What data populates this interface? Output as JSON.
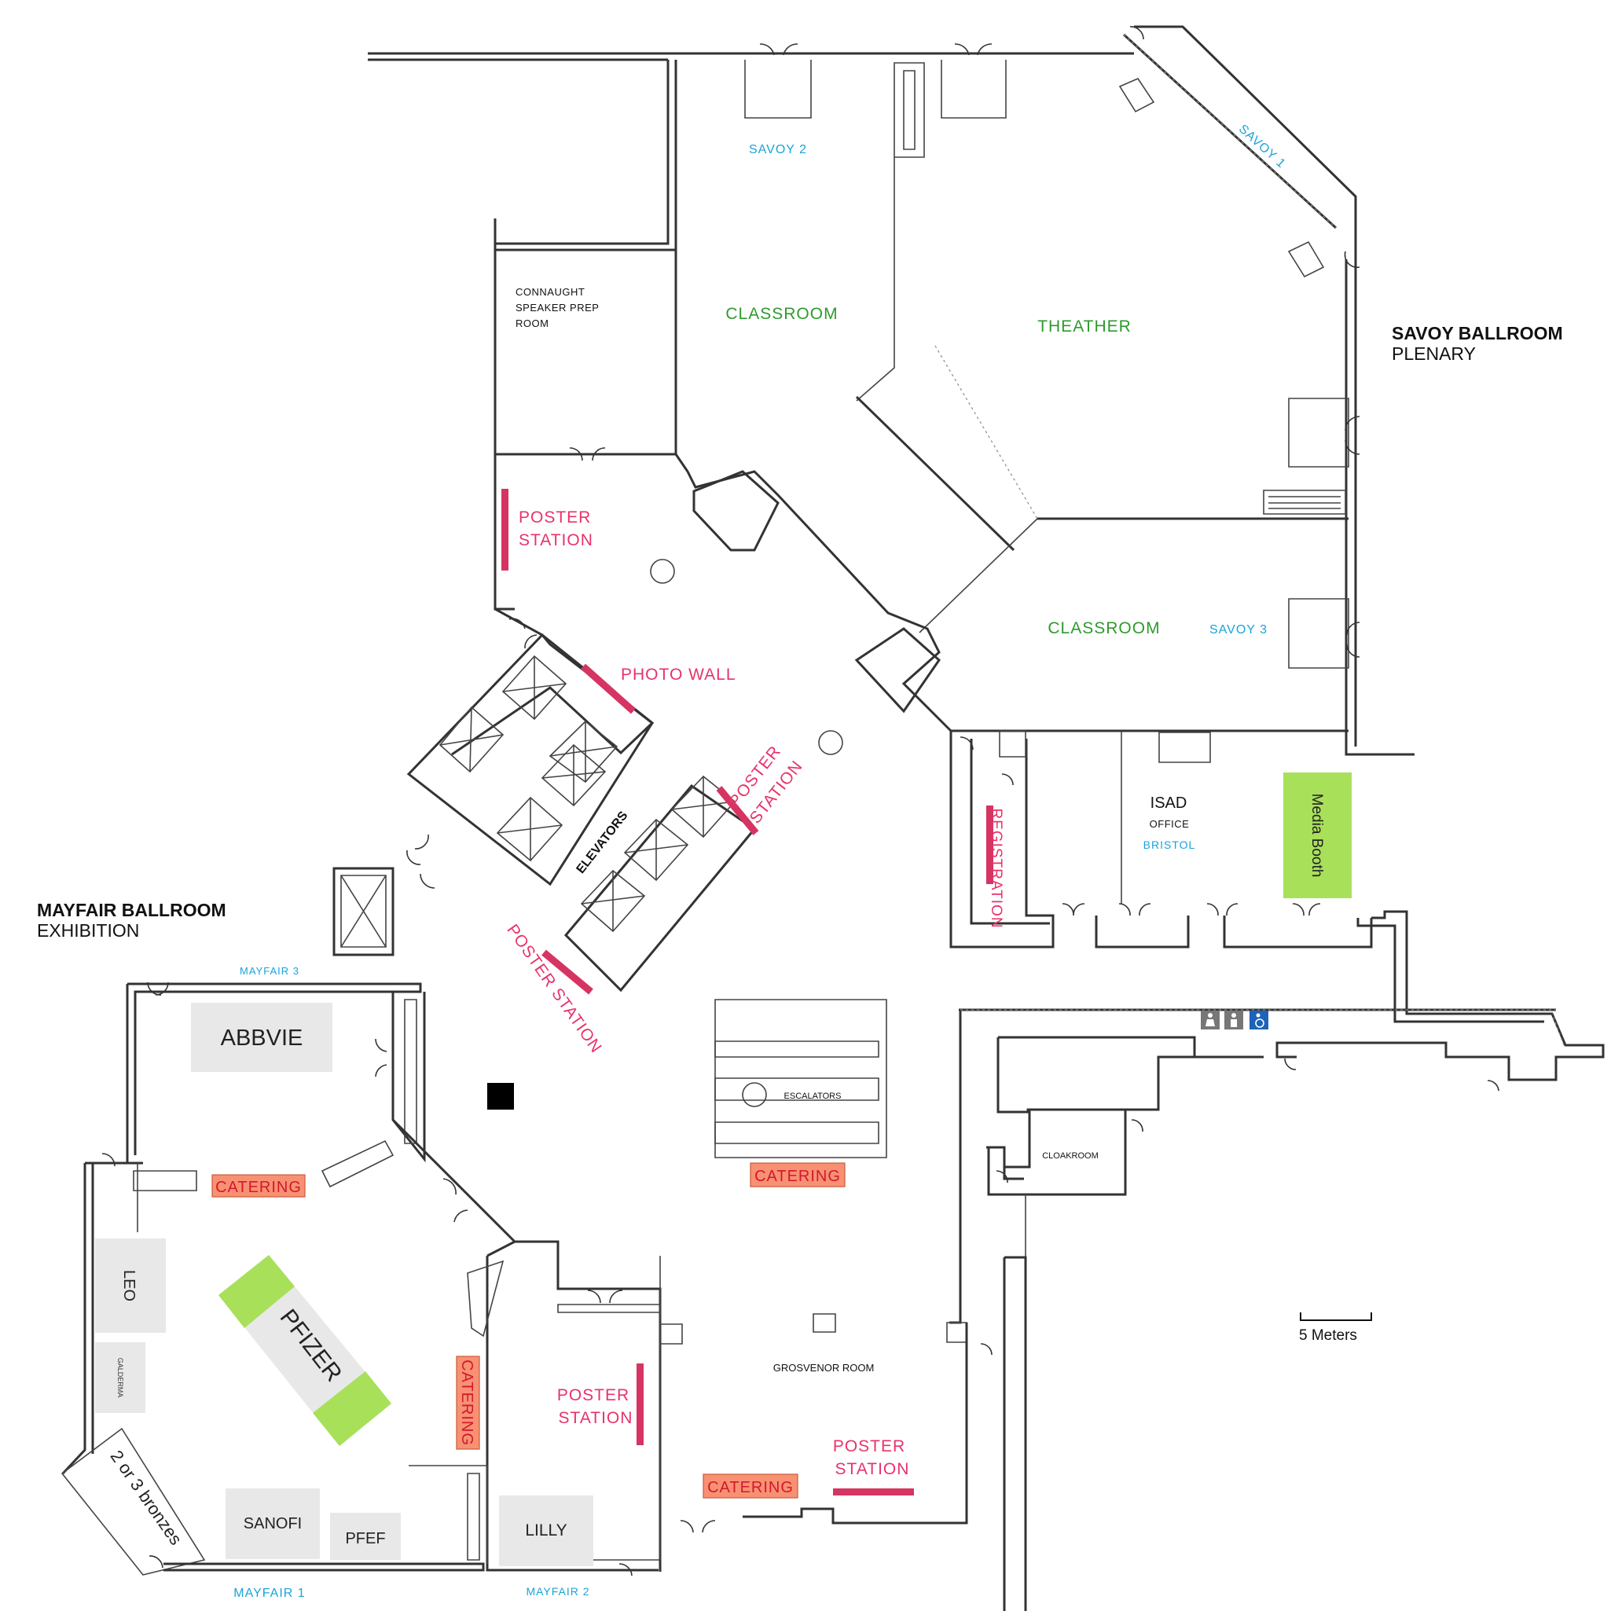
{
  "headings": {
    "savoy_title": "SAVOY BALLROOM",
    "savoy_sub": "PLENARY",
    "mayfair_title": "MAYFAIR BALLROOM",
    "mayfair_sub": "EXHIBITION"
  },
  "rooms": {
    "savoy1": "SAVOY 1",
    "savoy2": "SAVOY 2",
    "savoy3": "SAVOY 3",
    "classroom_top": "CLASSROOM",
    "classroom_bottom": "CLASSROOM",
    "theater": "THEATHER",
    "connaught_line1": "CONNAUGHT",
    "connaught_line2": "SPEAKER PREP",
    "connaught_line3": "ROOM",
    "isad": "ISAD",
    "office": "OFFICE",
    "bristol": "BRISTOL",
    "registration": "REGISTRATION",
    "elevators": "ELEVATORS",
    "escalators": "ESCALATORS",
    "cloakroom": "CLOAKROOM",
    "grosvenor": "GROSVENOR ROOM",
    "mayfair1": "MAYFAIR 1",
    "mayfair2": "MAYFAIR 2",
    "mayfair3": "MAYFAIR 3"
  },
  "stations": {
    "poster_line1": "POSTER",
    "poster_line2": "STATION",
    "poster_station": "POSTER STATION",
    "photo_wall": "PHOTO WALL"
  },
  "booths": {
    "abbvie": "ABBVIE",
    "pfizer": "PFIZER",
    "leo": "LEO",
    "galderma": "GALDERMA",
    "bronzes": "2 or 3 bronzes",
    "sanofi": "SANOFI",
    "pfef": "PFEF",
    "lilly": "LILLY",
    "media_booth": "Media Booth"
  },
  "catering": {
    "label": "CATERING"
  },
  "scale": {
    "label": "5 Meters"
  },
  "colors": {
    "room_blue": "#1aa3d9",
    "room_green": "#2e9a2e",
    "poster_pink": "#e8326a",
    "catering_fill": "#f79172",
    "booth_green": "#a8e05a",
    "booth_gray": "#e8e8e8"
  }
}
